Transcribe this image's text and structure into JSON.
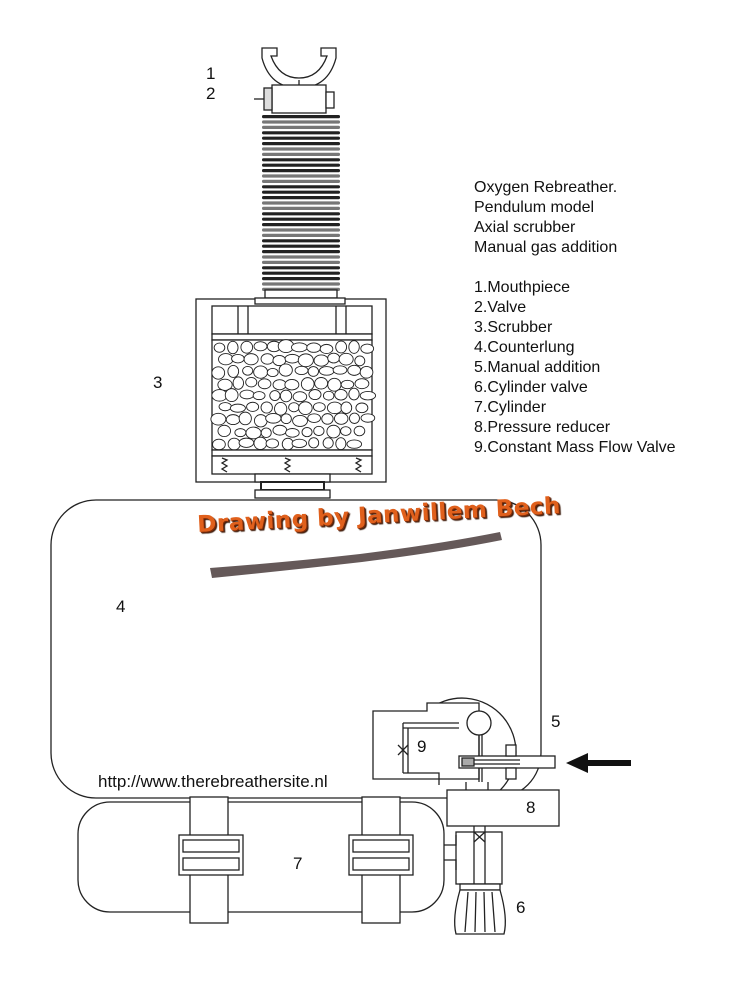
{
  "title_block": {
    "lines": [
      "Oxygen Rebreather.",
      "Pendulum model",
      "Axial scrubber",
      "Manual gas addition"
    ]
  },
  "legend": {
    "items": [
      "1.Mouthpiece",
      "2.Valve",
      "3.Scrubber",
      "4.Counterlung",
      "5.Manual addition",
      "6.Cylinder valve",
      "7.Cylinder",
      "8.Pressure reducer",
      "9.Constant Mass Flow Valve"
    ]
  },
  "callouts": {
    "n1": "1",
    "n2": "2",
    "n3": "3",
    "n4": "4",
    "n5": "5",
    "n6": "6",
    "n7": "7",
    "n8": "8",
    "n9": "9"
  },
  "credit": "Drawing by Janwillem Bech",
  "url": "http://www.therebreathersite.nl",
  "colors": {
    "line": "#222222",
    "credit": "#e0601c",
    "credit_shadow": "#4a3c3c",
    "hatch": "#888888"
  }
}
